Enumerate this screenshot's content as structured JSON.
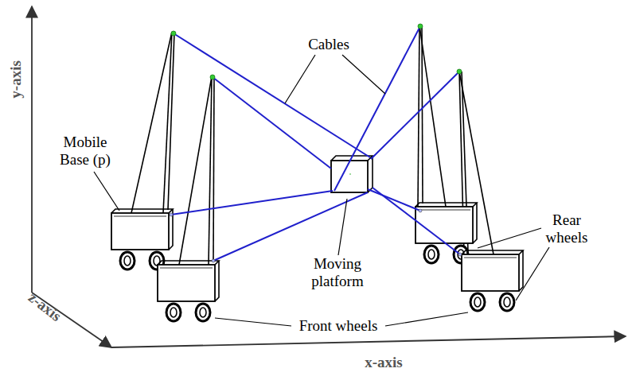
{
  "diagram": {
    "labels": [
      "y-axis",
      "Cables",
      "Mobile Base (p)",
      "Rear wheels",
      "Moving platform",
      "Front wheels",
      "z-axis",
      "x-axis"
    ]
  }
}
